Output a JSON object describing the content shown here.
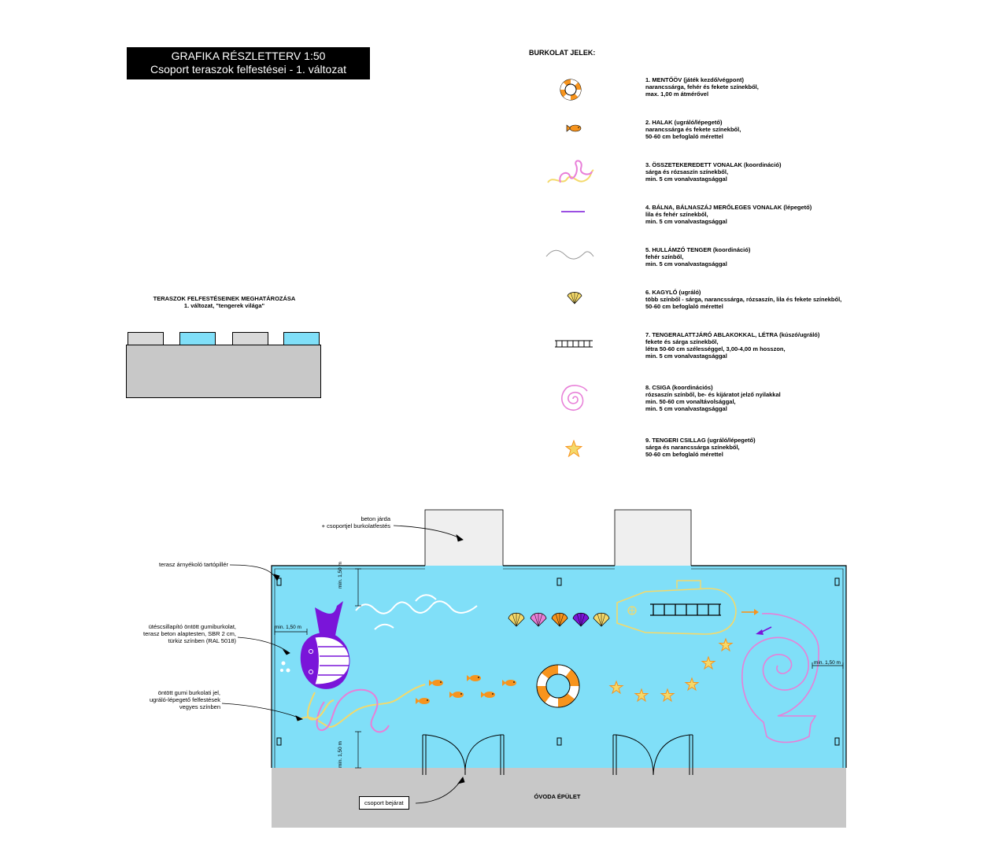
{
  "title": {
    "line1": "GRAFIKA RÉSZLETTERV   1:50",
    "line2": "Csoport teraszok felfestései - 1. változat"
  },
  "legend": {
    "heading": "BURKOLAT JELEK:",
    "items": [
      {
        "icon": "lifebuoy-icon",
        "title": "1. MENTŐÖV (játék kezdő/végpont)",
        "lines": [
          "narancssárga, fehér és fekete színekből,",
          "max. 1,00 m átmérővel"
        ]
      },
      {
        "icon": "fish-icon",
        "title": "2. HALAK (ugráló/lépegető)",
        "lines": [
          "narancssárga és fekete színekből,",
          "50-60 cm befoglaló mérettel"
        ]
      },
      {
        "icon": "tangled-lines-icon",
        "title": "3. ÖSSZETEKEREDETT VONALAK (koordináció)",
        "lines": [
          "sárga és rózsaszín színekből,",
          "min. 5 cm vonalvastagsággal"
        ]
      },
      {
        "icon": "purple-line-icon",
        "title": "4. BÁLNA, BÁLNASZÁJ MERŐLEGES VONALAK (lépegető)",
        "lines": [
          "lila és fehér színekből,",
          "min. 5 cm vonalvastagsággal"
        ]
      },
      {
        "icon": "wave-icon",
        "title": "5. HULLÁMZÓ TENGER (koordináció)",
        "lines": [
          "fehér színből,",
          "min. 5 cm vonalvastagsággal"
        ]
      },
      {
        "icon": "shell-icon",
        "title": "6. KAGYLÓ (ugráló)",
        "lines": [
          "több színből - sárga, narancssárga, rózsaszín, lila és fekete színekből,",
          "50-60 cm befoglaló mérettel"
        ]
      },
      {
        "icon": "ladder-icon",
        "title": "7. TENGERALATTJÁRÓ ABLAKOKKAL, LÉTRA (kúszó/ugráló)",
        "lines": [
          "fekete és sárga színekből,",
          "létra 50-60 cm szélességgel,  3,00-4,00 m hosszon,",
          "min. 5 cm vonalvastagsággal"
        ]
      },
      {
        "icon": "spiral-icon",
        "title": "8. CSIGA (koordinációs)",
        "lines": [
          "rózsaszín színből, be- és kijáratot jelző nyilakkal",
          "min. 50-60 cm vonaltávolsággal,",
          "min. 5 cm vonalvastagsággal"
        ]
      },
      {
        "icon": "starfish-icon",
        "title": "9. TENGERI CSILLAG (ugráló/lépegető)",
        "lines": [
          "sárga és narancssárga színekből,",
          "50-60 cm befoglaló mérettel"
        ]
      }
    ]
  },
  "definition": {
    "title": "TERASZOK FELFESTÉSEINEK MEGHATÁROZÁSA",
    "subtitle": "1. változat, \"tengerek világa\""
  },
  "plan": {
    "labels": {
      "sidewalk": [
        "beton járda",
        "+ csoportjel burkolatfestés"
      ],
      "pillar": "terasz árnyékoló tartópillér",
      "rubber": [
        "ütéscsillapító öntött gumiburkolat,",
        "terasz beton alaptesten, SBR 2 cm,",
        "türkiz színben (RAL 5018)"
      ],
      "marking": [
        "öntött gumi burkolati jel,",
        "ugráló-lépegető felfestések",
        "vegyes színben"
      ],
      "entrance": "csoport bejárat",
      "building": "ÓVODA ÉPÜLET"
    },
    "dimensions": {
      "top": "min. 1,50 m",
      "left": "min. 1,50 m",
      "bottom": "min. 1,50 m",
      "right": "min. 1,50 m"
    }
  },
  "colors": {
    "terrace": "#80dff8",
    "building": "#c8c8c8",
    "sidewalk": "#efefef",
    "orange": "#f7941d",
    "pink": "#e87fd8",
    "yellow": "#f4d96a",
    "purple": "#7a15d9"
  }
}
